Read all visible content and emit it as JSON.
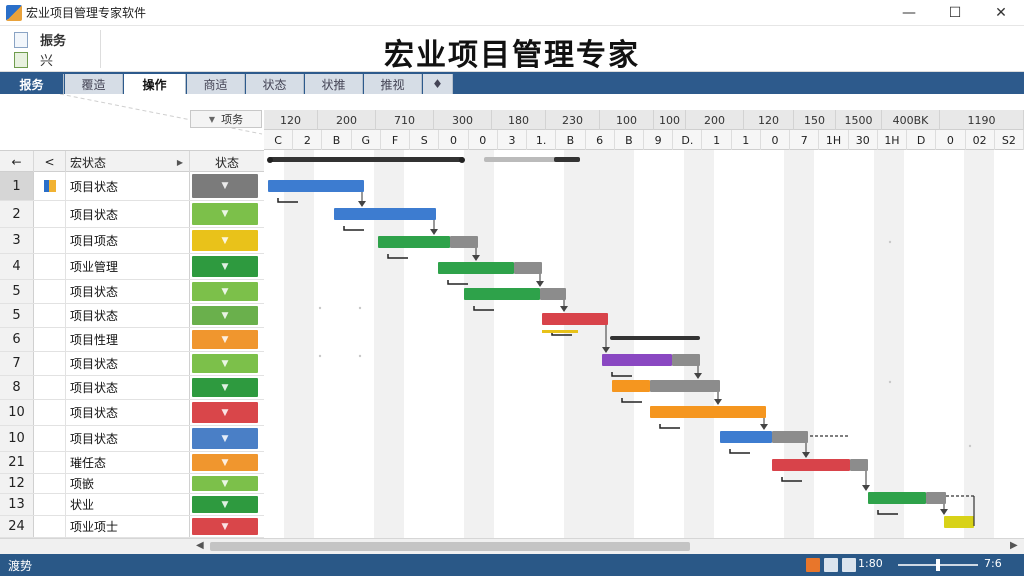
{
  "window": {
    "title": "宏业项目管理专家软件",
    "controls": [
      "—",
      "☐",
      "✕"
    ]
  },
  "toolbar": {
    "items": [
      "振务",
      "兴"
    ],
    "heading": "宏业项目管理专家"
  },
  "ribbon": {
    "tabs": [
      "报务",
      "覆造",
      "操作",
      "商适",
      "状态",
      "状推",
      "推视",
      "♦"
    ],
    "active_index": 2
  },
  "grid": {
    "project_dropdown": "项务",
    "headers": [
      "←",
      "<",
      "宏状态",
      "状态"
    ],
    "rows": [
      {
        "num": "1",
        "name": "项目状态",
        "color": "#7b7b7b",
        "has_icon": true,
        "selected": true
      },
      {
        "num": "2",
        "name": "项目状态",
        "color": "#7cc04a"
      },
      {
        "num": "3",
        "name": "项目项态",
        "color": "#e9c21a"
      },
      {
        "num": "4",
        "name": "项业管理",
        "color": "#2e9a3f"
      },
      {
        "num": "5",
        "name": "项目状态",
        "color": "#7cc04a"
      },
      {
        "num": "5",
        "name": "项目状态",
        "color": "#6ab04c"
      },
      {
        "num": "6",
        "name": "项目性理",
        "color": "#f0962e"
      },
      {
        "num": "7",
        "name": "项目状态",
        "color": "#7cc04a"
      },
      {
        "num": "8",
        "name": "项目状态",
        "color": "#2e9a3f"
      },
      {
        "num": "10",
        "name": "项目状态",
        "color": "#d9464a"
      },
      {
        "num": "10",
        "name": "项目状态",
        "color": "#4a7fc6"
      },
      {
        "num": "21",
        "name": "璀任态",
        "color": "#f0962e"
      },
      {
        "num": "12",
        "name": "项嵌",
        "color": "#7cc04a"
      },
      {
        "num": "13",
        "name": "状业",
        "color": "#2e9a3f"
      },
      {
        "num": "24",
        "name": "项业项士",
        "color": "#d9464a"
      }
    ]
  },
  "gantt": {
    "header_top": [
      "120",
      "200",
      "710",
      "300",
      "180",
      "230",
      "100",
      "100",
      "200",
      "120",
      "150",
      "1500",
      "400BK",
      "1190"
    ],
    "header_bottom": [
      "C",
      "2",
      "B",
      "G",
      "F",
      "S",
      "0",
      "0",
      "3",
      "1.",
      "B",
      "6",
      "B",
      "9",
      "D.",
      "1",
      "1",
      "0",
      "7",
      "1H",
      "30",
      "1H",
      "D",
      "0",
      "02",
      "S2"
    ],
    "colors": {
      "blue": "#3d7cd0",
      "green": "#2ea24a",
      "gray": "#8c8c8c",
      "red": "#d8434a",
      "purple": "#8a48c2",
      "orange": "#f5961f",
      "yellow": "#d8d218"
    }
  },
  "status": {
    "left": "渡势",
    "zoom": "1:80",
    "zoom_right": "7:6"
  }
}
